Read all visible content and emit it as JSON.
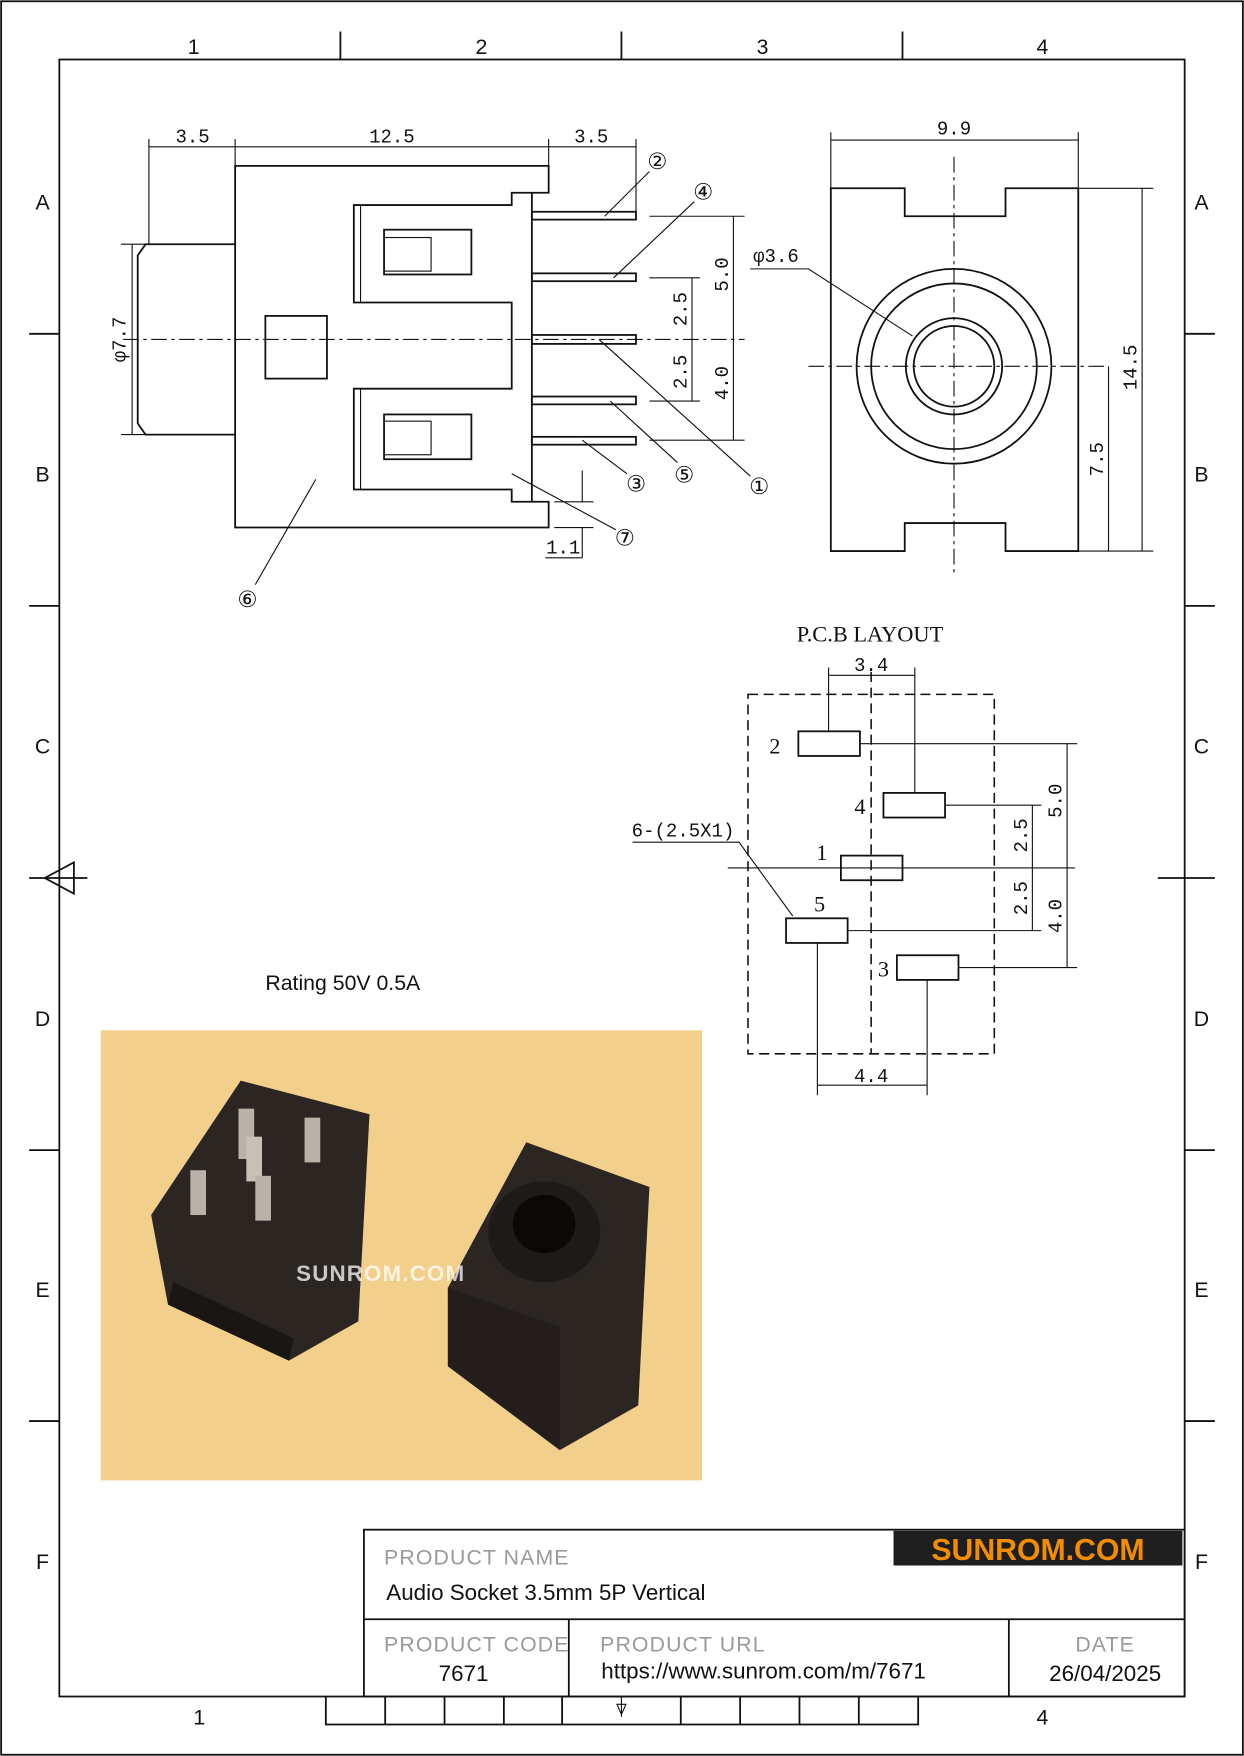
{
  "frame": {
    "columns": [
      "1",
      "2",
      "3",
      "4"
    ],
    "rows": [
      "A",
      "B",
      "C",
      "D",
      "E",
      "F"
    ],
    "bottom_columns": [
      "1",
      "4"
    ]
  },
  "side_view": {
    "dims": {
      "front_len": "3.5",
      "body_len": "12.5",
      "pin_len": "3.5",
      "diameter": "φ7.7",
      "pin_pitch_a": "2.5",
      "pin_pitch_b": "2.5",
      "pin_span_top": "5.0",
      "pin_span_bottom": "4.0",
      "offset": "1.1"
    },
    "callouts": [
      "②",
      "④",
      "①",
      "⑤",
      "③",
      "⑦",
      "⑥"
    ]
  },
  "front_view": {
    "dims": {
      "width": "9.9",
      "height": "14.5",
      "center_height": "7.5",
      "hole": "φ3.6"
    }
  },
  "pcb_layout": {
    "title": "P.C.B LAYOUT",
    "pads": [
      "2",
      "4",
      "1",
      "5",
      "3"
    ],
    "pad_note": "6-(2.5X1)",
    "dims": {
      "top": "3.4",
      "bottom": "4.4",
      "span_top": "5.0",
      "pitch_a": "2.5",
      "pitch_b": "2.5",
      "span_bottom": "4.0"
    }
  },
  "rating": "Rating 50V 0.5A",
  "photo": {
    "watermark": "SUNROM.COM"
  },
  "title_block": {
    "logo": "SUNROM.COM",
    "product_name_label": "PRODUCT NAME",
    "product_name": "Audio Socket 3.5mm 5P Vertical",
    "product_code_label": "PRODUCT CODE",
    "product_code": "7671",
    "product_url_label": "PRODUCT URL",
    "product_url": "https://www.sunrom.com/m/7671",
    "date_label": "DATE",
    "date": "26/04/2025"
  },
  "colors": {
    "logo_bg": "#1e1e1e",
    "logo_text": "#f28c00",
    "photo_bg": "#f2cf8a"
  }
}
